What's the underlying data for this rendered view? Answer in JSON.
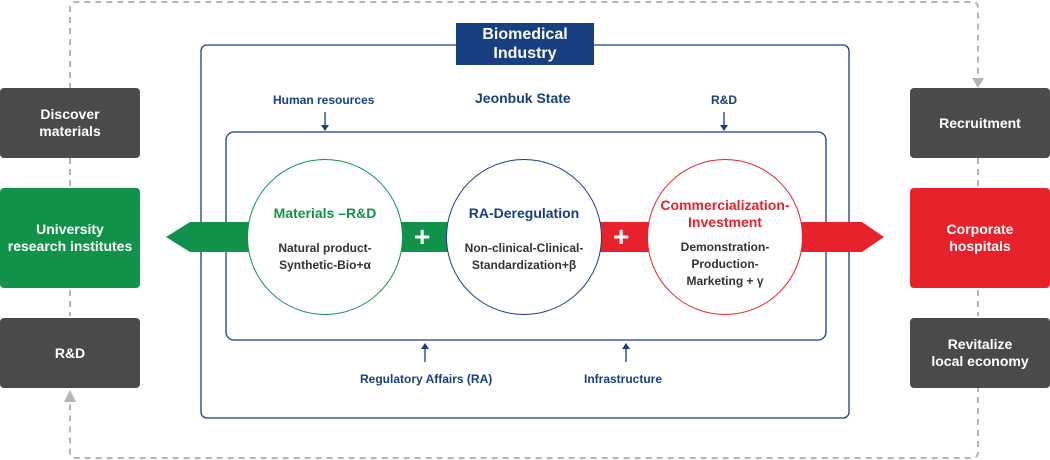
{
  "header": {
    "title": "Biomedical\nIndustry"
  },
  "region": {
    "label": "Jeonbuk State"
  },
  "inputs": {
    "top_left": "Human resources",
    "top_right": "R&D",
    "bottom_left": "Regulatory Affairs (RA)",
    "bottom_right": "Infrastructure"
  },
  "circles": [
    {
      "title": "Materials –R&D",
      "subtitle": "Natural product-\nSynthetic-Bio+α",
      "color": "#11924a"
    },
    {
      "title": "RA-Deregulation",
      "subtitle": "Non-clinical-Clinical-\nStandardization+β",
      "color": "#173f82"
    },
    {
      "title": "Commercialization-\nInvestment",
      "subtitle": "Demonstration-\nProduction-\nMarketing + γ",
      "color": "#e8222b"
    }
  ],
  "connectors": {
    "plus1": "+",
    "plus2": "+"
  },
  "left_column": [
    {
      "label": "Discover\nmaterials"
    },
    {
      "label": "University\nresearch institutes"
    },
    {
      "label": "R&D"
    }
  ],
  "right_column": [
    {
      "label": "Recruitment"
    },
    {
      "label": "Corporate\nhospitals"
    },
    {
      "label": "Revitalize\nlocal economy"
    }
  ],
  "colors": {
    "navy": "#173f82",
    "green": "#11924a",
    "red": "#e8222b",
    "dark_box": "#4a4a4a",
    "dashed": "#b5b5b5"
  }
}
